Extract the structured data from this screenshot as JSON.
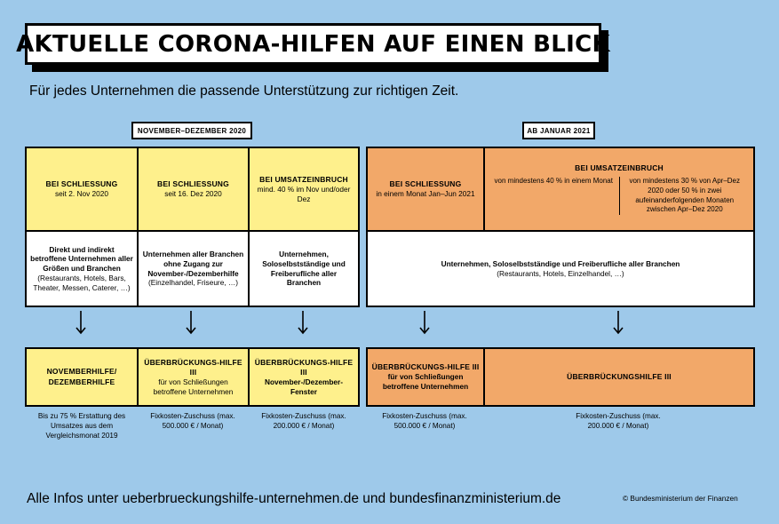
{
  "title": "AKTUELLE CORONA-HILFEN AUF EINEN BLICK",
  "subtitle": "Für jedes Unternehmen die passende Unterstützung zur richtigen Zeit.",
  "periods": {
    "nov_dez": "NOVEMBER–DEZEMBER 2020",
    "jan": "AB JANUAR 2021"
  },
  "left": {
    "conditions": [
      {
        "title": "BEI SCHLIESSUNG",
        "detail": "seit 2. Nov 2020"
      },
      {
        "title": "BEI SCHLIESSUNG",
        "detail": "seit 16. Dez 2020"
      },
      {
        "title": "BEI UMSATZEINBRUCH",
        "detail": "mind. 40 % im Nov und/oder Dez"
      }
    ],
    "eligibility": [
      {
        "bold": "Direkt und indirekt betroffene Unternehmen aller Größen und Branchen",
        "normal": "(Restaurants, Hotels, Bars, Theater, Messen, Caterer, …)"
      },
      {
        "bold": "Unternehmen aller Branchen ohne Zugang zur November-/Dezemberhilfe",
        "normal": "(Einzelhandel, Friseure, …)"
      },
      {
        "bold": "Unternehmen, Soloselbstständige und Freiberufliche aller Branchen",
        "normal": ""
      }
    ],
    "programs": [
      {
        "title": "NOVEMBERHILFE/ DEZEMBERHILFE",
        "detail": ""
      },
      {
        "title": "ÜBERBRÜCKUNGS-HILFE III",
        "detail": "für von Schließungen betroffene Unternehmen"
      },
      {
        "title": "ÜBERBRÜCKUNGS-HILFE III",
        "detail": "November-/Dezember-Fenster"
      }
    ],
    "notes": [
      "Bis zu 75 % Erstattung des Umsatzes aus dem Vergleichsmonat 2019",
      "Fixkosten-Zuschuss (max. 500.000 € / Monat)",
      "Fixkosten-Zuschuss (max. 200.000 € / Monat)"
    ]
  },
  "right": {
    "condition_closure": {
      "title": "BEI SCHLIESSUNG",
      "detail": "in einem Monat Jan–Jun 2021"
    },
    "condition_revenue": {
      "title": "BEI UMSATZEINBRUCH",
      "option_a": "von mindestens 40 % in einem Monat",
      "option_b": "von mindestens 30 % von Apr–Dez 2020 oder 50 % in zwei aufeinanderfolgenden Monaten zwischen Apr–Dez 2020"
    },
    "eligibility": {
      "bold": "Unternehmen, Soloselbstständige und Freiberufliche aller Branchen",
      "normal": "(Restaurants, Hotels, Einzelhandel, …)"
    },
    "programs": [
      {
        "title": "ÜBERBRÜCKUNGS-HILFE III",
        "detail": "für von Schließungen betroffene Unternehmen"
      },
      {
        "title": "ÜBERBRÜCKUNGSHILFE III",
        "detail": ""
      }
    ],
    "notes": [
      "Fixkosten-Zuschuss (max. 500.000 € / Monat)",
      "Fixkosten-Zuschuss (max. 200.000 € / Monat)"
    ]
  },
  "footer": "Alle Infos unter ueberbrueckungshilfe-unternehmen.de und bundesfinanzministerium.de",
  "copyright": "© Bundesministerium der Finanzen",
  "colors": {
    "background": "#9ec9ea",
    "yellow": "#fef08c",
    "orange": "#f2a869"
  }
}
